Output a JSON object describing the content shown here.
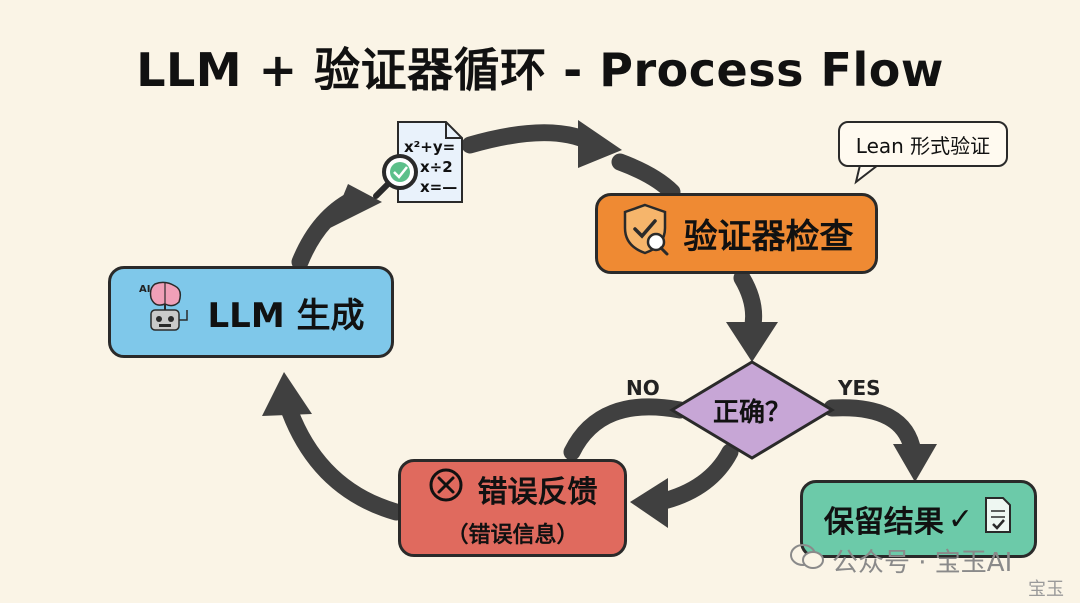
{
  "title": "LLM + 验证器循环 - Process Flow",
  "nodes": {
    "llm": {
      "label": "LLM 生成",
      "icon": "robot-brain-icon",
      "color": "#7fc8ea"
    },
    "verifier": {
      "label": "验证器检查",
      "icon": "shield-check-icon",
      "color": "#ef8a33"
    },
    "formula": {
      "lines": [
        "x²+y=",
        "x÷2",
        "x=—"
      ],
      "icon": "formula-document-magnifier-icon"
    },
    "decision": {
      "label": "正确？",
      "color": "#c7a6d6"
    },
    "error": {
      "label": "错误反馈",
      "sublabel": "（错误信息）",
      "icon": "x-circle-icon",
      "color": "#e06a5e"
    },
    "result": {
      "label": "保留结果",
      "check": "✓",
      "icon": "document-check-icon",
      "color": "#6ccaa9"
    }
  },
  "branches": {
    "no": "NO",
    "yes": "YES"
  },
  "callout": "Lean 形式验证",
  "watermark": {
    "main": "公众号 · 宝玉AI",
    "sub": "宝玉"
  }
}
